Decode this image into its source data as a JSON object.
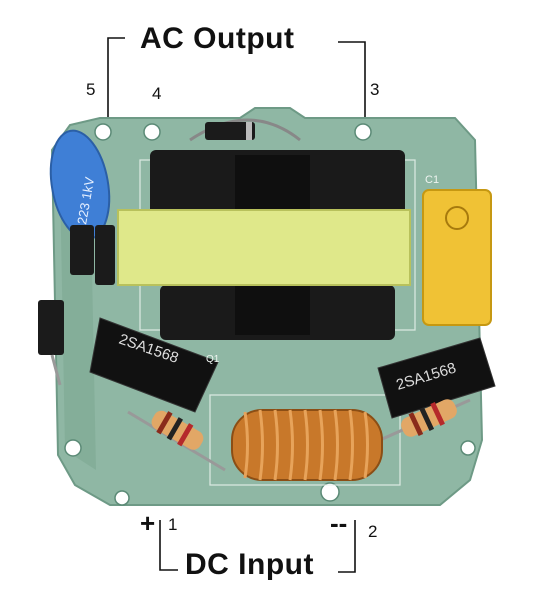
{
  "labels": {
    "ac_output": "AC Output",
    "dc_input": "DC Input",
    "pin_1": "1",
    "pin_2": "2",
    "pin_3": "3",
    "pin_4": "4",
    "pin_5": "5",
    "plus_sign": "+",
    "minus_sign": "--"
  },
  "board_markings": {
    "transistor_left": "2SA1568",
    "transistor_right": "2SA1568",
    "capacitor_blue": "223 1kV",
    "capacitor_yellow_ref": "C1",
    "transistor_ref": "Q1"
  },
  "colors": {
    "pcb": "#8fb7a4",
    "pcb_dark": "#6e9a86",
    "transformer_core": "#1a1a1a",
    "transformer_tape": "#dfe88a",
    "copper": "#c8782a",
    "cap_yellow": "#f0c235",
    "cap_blue": "#3f7fd6"
  }
}
